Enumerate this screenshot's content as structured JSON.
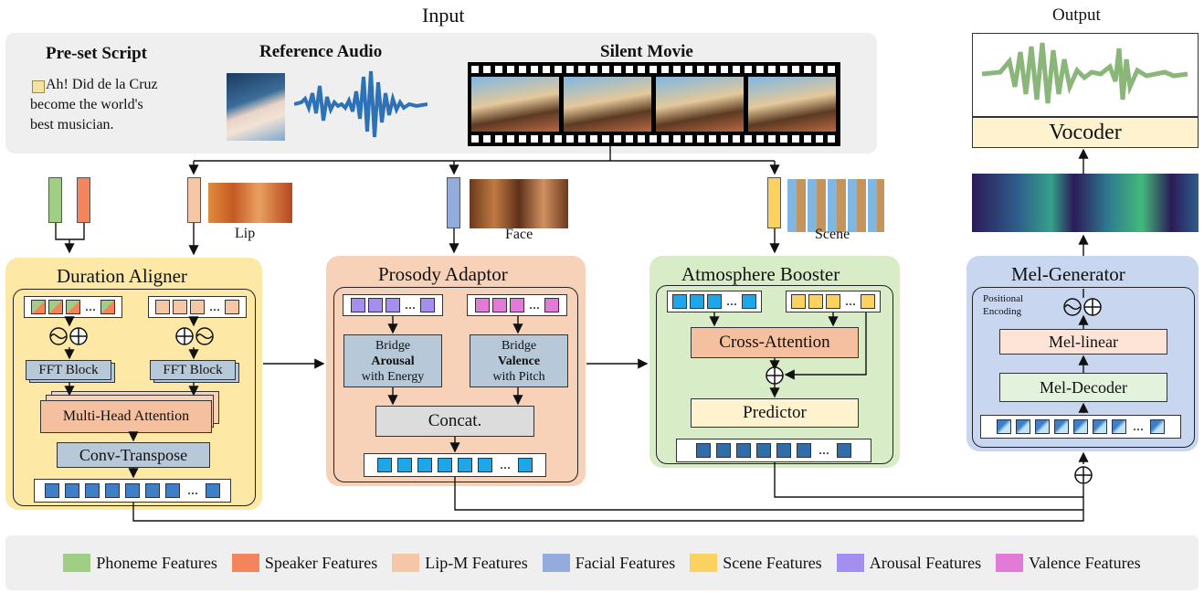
{
  "headers": {
    "input": "Input",
    "output": "Output"
  },
  "input_panel": {
    "script_title": "Pre-set Script",
    "script_text": [
      "Ah! Did de la Cruz",
      "become the world's",
      "best musician."
    ],
    "reference_title": "Reference Audio",
    "movie_title": "Silent Movie"
  },
  "extracted": {
    "lip": "Lip",
    "face": "Face",
    "scene": "Scene"
  },
  "duration_aligner": {
    "title": "Duration Aligner",
    "fft_left": "FFT Block",
    "fft_right": "FFT Block",
    "mha": "Multi-Head Attention",
    "conv": "Conv-Transpose"
  },
  "prosody_adaptor": {
    "title": "Prosody Adaptor",
    "bridge1": [
      "Bridge",
      "Arousal",
      "with Energy"
    ],
    "bridge2": [
      "Bridge",
      "Valence",
      "with Pitch"
    ],
    "concat": "Concat."
  },
  "atmosphere_booster": {
    "title": "Atmosphere Booster",
    "cross": "Cross-Attention",
    "predictor": "Predictor"
  },
  "mel_generator": {
    "title": "Mel-Generator",
    "pos_enc": [
      "Positional",
      "Encoding"
    ],
    "linear": "Mel-linear",
    "decoder": "Mel-Decoder"
  },
  "vocoder": "Vocoder",
  "ellipsis": "...",
  "legend": [
    {
      "label": "Phoneme Features",
      "color": "#9fce84"
    },
    {
      "label": "Speaker Features",
      "color": "#f4845c"
    },
    {
      "label": "Lip-M Features",
      "color": "#f6c7a6"
    },
    {
      "label": "Facial Features",
      "color": "#93acdc"
    },
    {
      "label": "Scene Features",
      "color": "#fbd160"
    },
    {
      "label": "Arousal Features",
      "color": "#a48ff0"
    },
    {
      "label": "Valence Features",
      "color": "#e27ad8"
    }
  ],
  "colors": {
    "aligner_bg": "#fde8a6",
    "prosody_bg": "#f8d2b8",
    "atmos_bg": "#d8ecc8",
    "mel_bg": "#c8d6ef",
    "input_bg": "#efefef",
    "block_gray": "#b7c9d8",
    "blue_vec": "#3f7fc8",
    "cyan_vec": "#1ea7e8"
  }
}
